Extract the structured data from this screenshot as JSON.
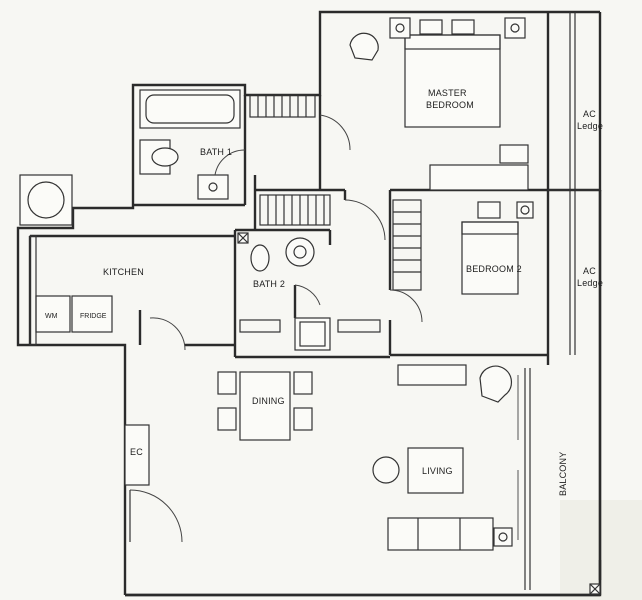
{
  "rooms": {
    "master_bedroom_line1": "MASTER",
    "master_bedroom_line2": "BEDROOM",
    "bath1": "BATH 1",
    "kitchen": "KITCHEN",
    "wm": "WM",
    "fridge": "FRIDGE",
    "bath2": "BATH 2",
    "bedroom2": "BEDROOM 2",
    "ac_ledge_top_line1": "AC",
    "ac_ledge_top_line2": "Ledge",
    "ac_ledge_bottom_line1": "AC",
    "ac_ledge_bottom_line2": "Ledge",
    "dining": "DINING",
    "living": "LIVING",
    "balcony": "BALCONY",
    "ec": "EC"
  },
  "colors": {
    "wall": "#2b2b2b",
    "background": "#f7f7f3"
  }
}
